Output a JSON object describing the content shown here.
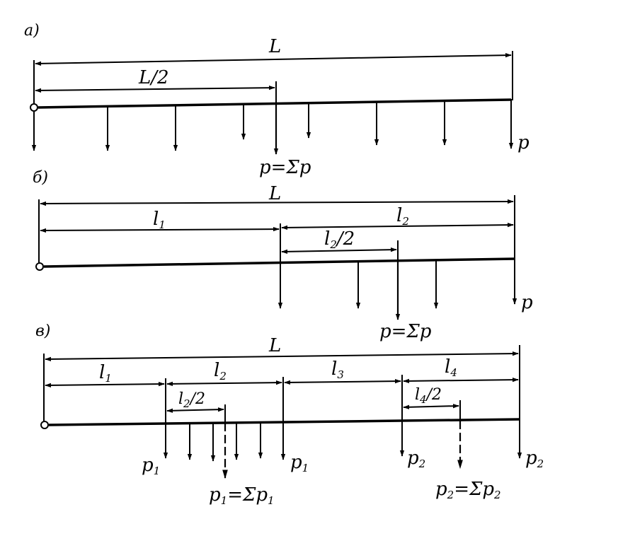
{
  "diagram": {
    "a": {
      "tag": "а)",
      "L": "L",
      "half": "L/2",
      "p": "p",
      "resultant": "p=Σp"
    },
    "b": {
      "tag": "б)",
      "L": "L",
      "l1": "l",
      "l1_sub": "1",
      "l2": "l",
      "l2_sub": "2",
      "l2half": "l",
      "l2half_sub": "2",
      "l2half_tail": "/2",
      "p": "p",
      "resultant": "p=Σp"
    },
    "c": {
      "tag": "в)",
      "L": "L",
      "l1": "l",
      "l1_sub": "1",
      "l2": "l",
      "l2_sub": "2",
      "l3": "l",
      "l3_sub": "3",
      "l4": "l",
      "l4_sub": "4",
      "l2half": "l",
      "l2half_sub": "2",
      "l2half_tail": "/2",
      "l4half": "l",
      "l4half_sub": "4",
      "l4half_tail": "/2",
      "p1_left": "p",
      "p1_left_sub": "1",
      "p1_right": "p",
      "p1_right_sub": "1",
      "p2_left": "p",
      "p2_left_sub": "2",
      "p2_right": "p",
      "p2_right_sub": "2",
      "res1_a": "p",
      "res1_a_sub": "1",
      "res1_mid": "=Σp",
      "res1_b_sub": "1",
      "res2_a": "p",
      "res2_a_sub": "2",
      "res2_mid": "=Σp",
      "res2_b_sub": "2"
    }
  }
}
